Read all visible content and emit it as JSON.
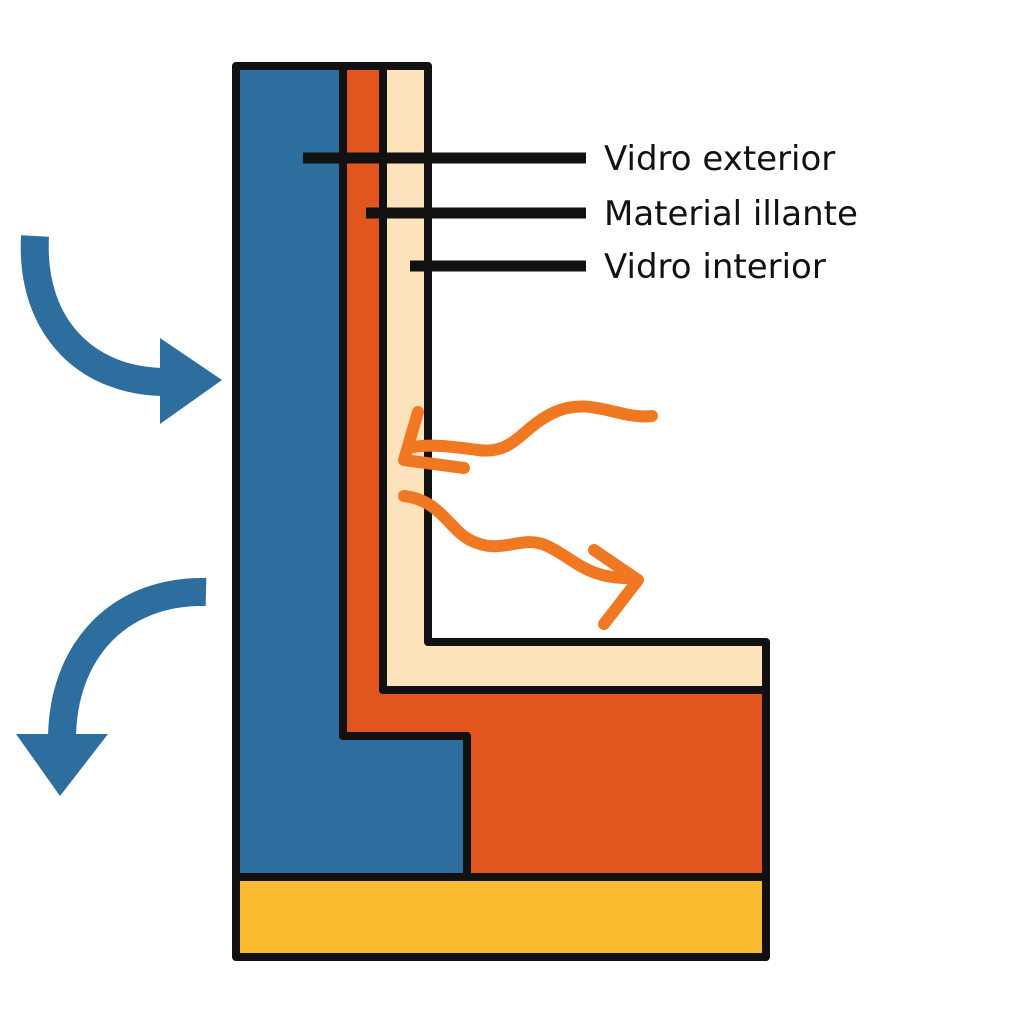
{
  "labels": {
    "outer_glass": "Vidro exterior",
    "insulation": "Material illante",
    "inner_glass": "Vidro interior"
  },
  "colors": {
    "outer_layer": "#2E6E9E",
    "insulation_layer": "#E0561E",
    "inner_layer": "#FCE3BC",
    "base_layer": "#F8BA2E",
    "outline": "#111111",
    "airflow_arrow": "#2E6E9E",
    "heat_arrow": "#F07822"
  },
  "icons": {
    "airflow_in": "curved-arrow-right-icon",
    "airflow_out": "curved-arrow-down-icon",
    "heat_in": "wavy-arrow-left-icon",
    "heat_out": "wavy-arrow-right-icon"
  }
}
